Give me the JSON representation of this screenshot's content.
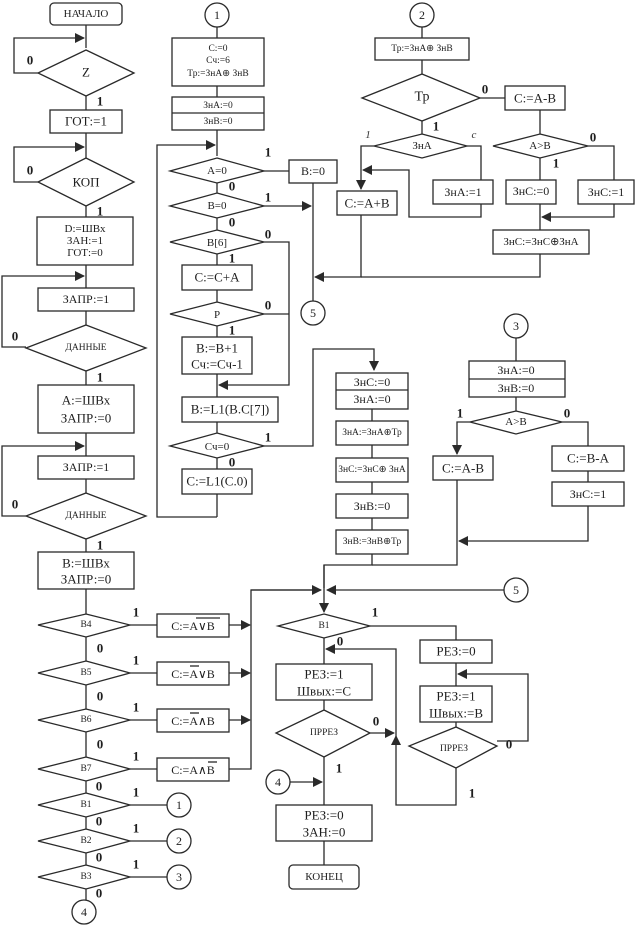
{
  "title": "Flowchart: arithmetic-logic operation algorithm",
  "terminals": {
    "start": "НАЧАЛО",
    "end": "КОНЕЦ"
  },
  "connectors": {
    "c1": "1",
    "c2": "2",
    "c3": "3",
    "c4": "4",
    "c5": "5"
  },
  "branch_labels": {
    "yes": "1",
    "no": "0"
  },
  "left_column": {
    "z": "Z",
    "got1": "ГОТ:=1",
    "kop": "КОП",
    "init": [
      "D:=ШВх",
      "ЗАН:=1",
      "ГОТ:=0"
    ],
    "zapr1a": "ЗАПР:=1",
    "dannye_a": "ДАННЫЕ",
    "load_a": [
      "A:=ШВх",
      "ЗАПР:=0"
    ],
    "zapr1b": "ЗАПР:=1",
    "dannye_b": "ДАННЫЕ",
    "load_b": [
      "B:=ШВх",
      "ЗАПР:=0"
    ],
    "b4": "B4",
    "b5": "B5",
    "b6": "B6",
    "b7": "B7",
    "b1": "B1",
    "b2": "B2",
    "b3": "B3",
    "op_b4": {
      "prefix": "C:=",
      "expr": "A∨B",
      "overline": "A∨B"
    },
    "op_b5": {
      "prefix": "C:=",
      "a": "A",
      "rest": "∨B",
      "overline": "A"
    },
    "op_b6": {
      "prefix": "C:=",
      "a": "A",
      "rest": "∧B",
      "overline": "A"
    },
    "op_b7": {
      "prefix": "C:=",
      "a": "A∧",
      "rest": "B",
      "overline": "B"
    }
  },
  "multiply_branch": {
    "init": [
      "C:=0",
      "Сч:=6",
      "Тр:=ЗнА⊕ ЗнВ"
    ],
    "signs": [
      "ЗнА:=0",
      "ЗнВ:=0"
    ],
    "a_zero": "A=0",
    "b_set0": "B:=0",
    "b_zero": "B=0",
    "b6": "B[6]",
    "add": "C:=C+A",
    "p": "P",
    "inc": [
      "B:=B+1",
      "Сч:=Сч-1"
    ],
    "shift_b": "B:=L1(B.C[7])",
    "count_zero": "Сч=0",
    "shift_c": "C:=L1(C.0)"
  },
  "post_multiply": {
    "signs": [
      "ЗнС:=0",
      "ЗнА:=0"
    ],
    "zna": "ЗнА:=ЗнА⊕Тр",
    "znc": "ЗнС:=ЗнС⊕ ЗнА",
    "znb0": "ЗнВ:=0",
    "znb": "ЗнВ:=ЗнВ⊕Тр"
  },
  "add_branch": {
    "tr_calc": "Тр:=ЗнА⊕ ЗнВ",
    "tr": "Тр",
    "c_sub": "C:=A-B",
    "zna": "ЗнА",
    "zna_1_label": "1",
    "zna_0_label": "c",
    "a_gt_b": "A>B",
    "zna_set": "ЗнА:=1",
    "znc0": "ЗнС:=0",
    "znc1": "ЗнС:=1",
    "c_add": "C:=A+B",
    "znc_xor": "ЗнС:=ЗнС⊕ЗнА"
  },
  "sub_branch": {
    "signs": [
      "ЗнА:=0",
      "ЗнВ:=0"
    ],
    "a_gt_b": "A>B",
    "c_ab": "C:=A-B",
    "c_ba": "C:=B-A",
    "znc1": "ЗнС:=1"
  },
  "output": {
    "b1": "B1",
    "rez0": "РЕЗ:=0",
    "rez_c": [
      "РЕЗ:=1",
      "Швых:=C"
    ],
    "rez_b": [
      "РЕЗ:=1",
      "Швых:=B"
    ],
    "prez": "ПРРЕЗ",
    "finish": [
      "РЕЗ:=0",
      "ЗАН:=0"
    ]
  }
}
